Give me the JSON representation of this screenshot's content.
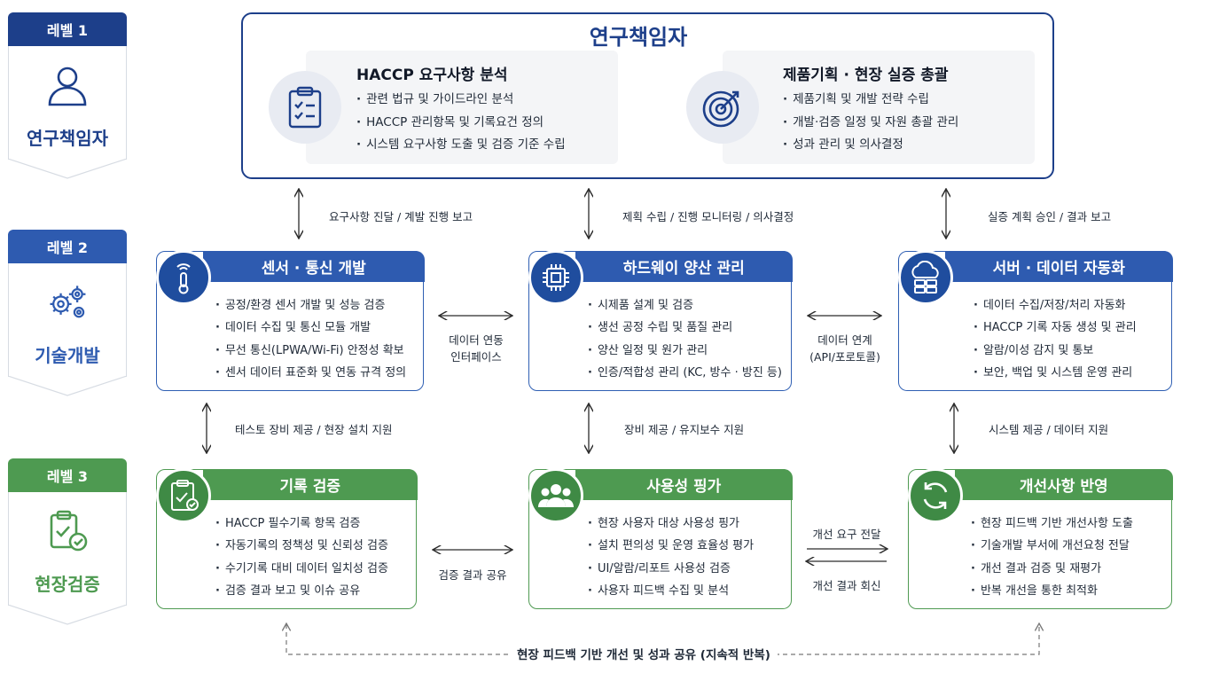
{
  "levels": [
    {
      "tab": "레벨 1",
      "label": "연구책임자",
      "color": "#1d3f8a",
      "icon": "person-icon"
    },
    {
      "tab": "레벨 2",
      "label": "기술개발",
      "color": "#2e5bb0",
      "icon": "gears-icon"
    },
    {
      "tab": "레벨 3",
      "label": "현장검증",
      "color": "#4e9a51",
      "icon": "clipboard-check-icon"
    }
  ],
  "top": {
    "title": "연구책임자",
    "left": {
      "title": "HACCP 요구사항 분석",
      "icon": "checklist-icon",
      "items": [
        "관련 법규 및 가이드라인 분석",
        "HACCP 관리항목 및 기록요건 정의",
        "시스템 요구사항 도출 및 검증 기준 수립"
      ]
    },
    "right": {
      "title": "제품기획 · 현장 실증 총괄",
      "icon": "target-icon",
      "items": [
        "제품기획 및 개발 전략 수립",
        "개발·검증 일정 및 자원 총괄 관리",
        "성과 관리 및 의사결정"
      ]
    }
  },
  "level2_cards": [
    {
      "title": "센서 · 통신 개발",
      "icon": "sensor-icon",
      "items": [
        "공정/환경 센서 개발 및 성능 검증",
        "데이터 수집 및 통신 모듈 개발",
        "무선 통신(LPWA/Wi-Fi) 안정성 확보",
        "센서 데이터 표준화 및 연동 규격 정의"
      ]
    },
    {
      "title": "하드웨이 양산 관리",
      "icon": "chip-icon",
      "items": [
        "시제품 설계 및 검증",
        "생선 공정 수립 및 품질 관리",
        "양산 일정 및 원가 관리",
        "인증/적합성 관리 (KC, 방수 · 방진 등)"
      ]
    },
    {
      "title": "서버 · 데이터 자동화",
      "icon": "cloud-server-icon",
      "items": [
        "데이터 수집/저장/처리 자동화",
        "HACCP 기록 자동 생성 및 관리",
        "알람/이성 감지 및 통보",
        "보안, 백업 및 시스템 운영 관리"
      ]
    }
  ],
  "level3_cards": [
    {
      "title": "기록 검증",
      "icon": "clipboard-check-icon",
      "items": [
        "HACCP 필수기록 항목 검증",
        "자동기록의 정책성 및 신뢰성 검증",
        "수기기록 대비 데이터 일치성 검증",
        "검증 결과 보고 및 이슈 공유"
      ]
    },
    {
      "title": "사용성 핑가",
      "icon": "users-icon",
      "items": [
        "현장 사용자 대상 사용성 핑가",
        "설치 편의성 및 운영 효율성 평가",
        "UI/알람/리포트 사용성 검증",
        "사용자 피드백 수집 및 분석"
      ]
    },
    {
      "title": "개선사항 반영",
      "icon": "refresh-icon",
      "items": [
        "현장 피드백 기반 개선사항 도출",
        "기술개발 부서에 개선요청 전달",
        "개선 결과 검증 및 재평가",
        "반복 개선을 통한 최적화"
      ]
    }
  ],
  "connectors": {
    "top_to_l2": [
      "요구사항 진달 / 계발 진행 보고",
      "제획 수립 / 진행 모니터링 / 의사결정",
      "실증 계획 승인 / 결과 보고"
    ],
    "l2_horizontal": [
      [
        "데이터 연동",
        "인터페이스"
      ],
      [
        "데이터 연계",
        "(API/포로토콜)"
      ]
    ],
    "l2_to_l3": [
      "테스토 장비 제공 / 현장 설치 지원",
      "장비 제공 / 유지보수 지원",
      "시스템 제공 / 데이터 지원"
    ],
    "l3_horizontal": [
      "검증 결과 공유",
      "개선 요구 전달",
      "개선 결과 회신"
    ],
    "footer": "현장 피드백 기반 개선 및 성과 공유 (지속적 반복)"
  }
}
